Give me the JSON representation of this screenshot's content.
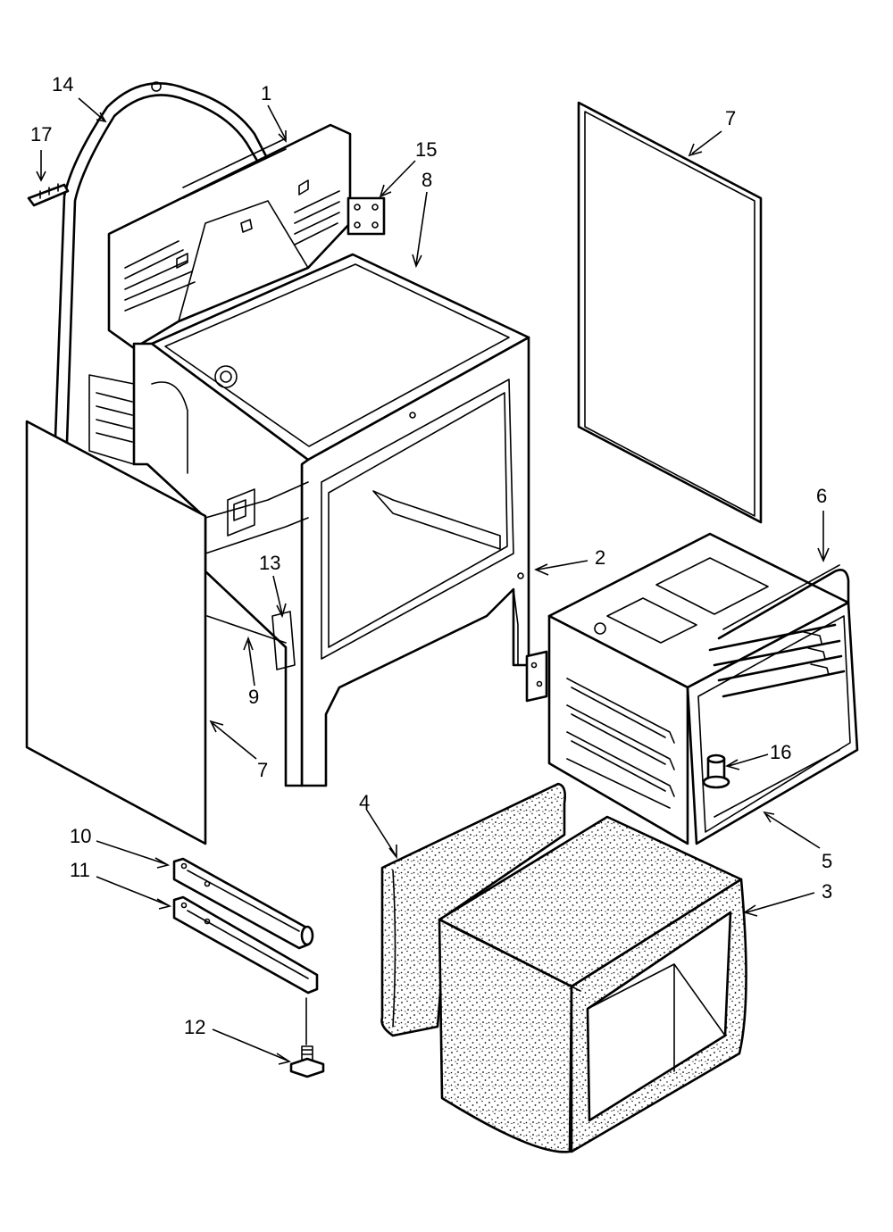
{
  "callouts": {
    "c14": "14",
    "c17": "17",
    "c1": "1",
    "c15": "15",
    "c8": "8",
    "c7_top": "7",
    "c6": "6",
    "c2": "2",
    "c13": "13",
    "c9": "9",
    "c7_bottom": "7",
    "c16": "16",
    "c4": "4",
    "c5": "5",
    "c3": "3",
    "c10": "10",
    "c11": "11",
    "c12": "12"
  }
}
